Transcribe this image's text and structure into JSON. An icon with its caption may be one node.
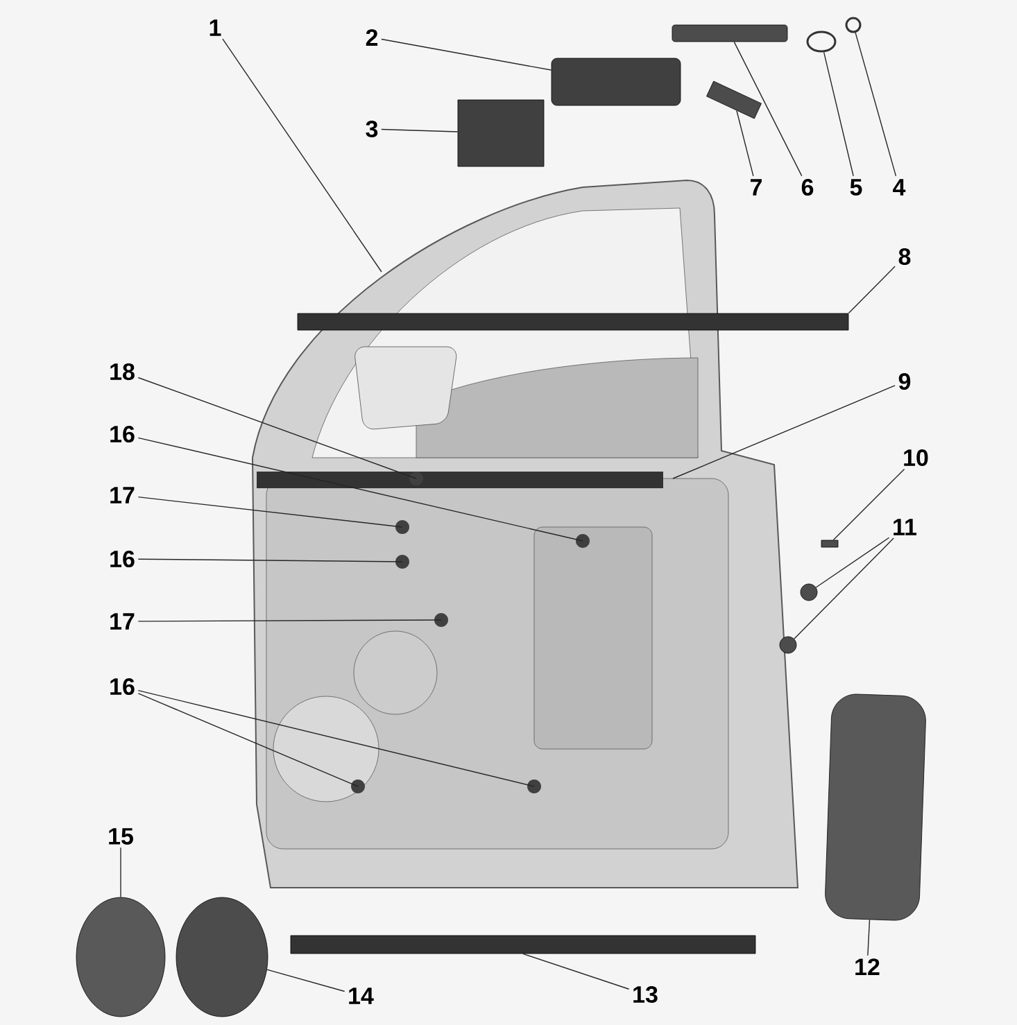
{
  "diagram": {
    "nodes": [
      {
        "text": [
          "1"
        ]
      },
      {
        "text": [
          "2"
        ]
      },
      {
        "text": [
          "3"
        ]
      },
      {
        "text": [
          "4"
        ]
      },
      {
        "text": [
          "5"
        ]
      },
      {
        "text": [
          "6"
        ]
      },
      {
        "text": [
          "7"
        ]
      },
      {
        "text": [
          "8"
        ]
      },
      {
        "text": [
          "9"
        ]
      },
      {
        "text": [
          "10"
        ]
      },
      {
        "text": [
          "11"
        ]
      },
      {
        "text": [
          "12"
        ]
      },
      {
        "text": [
          "13"
        ]
      },
      {
        "text": [
          "14"
        ]
      },
      {
        "text": [
          "15"
        ]
      },
      {
        "text": [
          "18"
        ]
      },
      {
        "text": [
          "16"
        ]
      },
      {
        "text": [
          "17"
        ]
      },
      {
        "text": [
          "16"
        ]
      },
      {
        "text": [
          "17"
        ]
      },
      {
        "text": [
          "16"
        ]
      },
      {
        "text": [],
        "shape": "box"
      },
      {
        "text": [],
        "shape": "box"
      },
      {
        "text": [],
        "shape": "box"
      },
      {
        "text": [],
        "shape": "circle"
      },
      {
        "text": [],
        "shape": "circle"
      },
      {
        "text": [],
        "shape": "box"
      },
      {
        "text": [],
        "shape": "bar"
      },
      {
        "text": [],
        "shape": "box"
      },
      {
        "text": [],
        "shape": "circle"
      },
      {
        "text": [],
        "shape": "circle"
      },
      {
        "text": [],
        "shape": "box"
      },
      {
        "text": [],
        "shape": "bar"
      },
      {
        "text": [],
        "shape": "circle"
      },
      {
        "text": [],
        "shape": "circle"
      }
    ],
    "edges": [
      {
        "from": 0,
        "to": null,
        "arrow": "none"
      },
      {
        "from": 1,
        "to": 21,
        "arrow": "none"
      },
      {
        "from": 2,
        "to": 22,
        "arrow": "none"
      },
      {
        "from": 3,
        "to": 25,
        "arrow": "none"
      },
      {
        "from": 4,
        "to": 24,
        "arrow": "none"
      },
      {
        "from": 5,
        "to": 23,
        "arrow": "none"
      },
      {
        "from": 6,
        "to": 26,
        "arrow": "none"
      },
      {
        "from": 7,
        "to": 27,
        "arrow": "none"
      },
      {
        "from": 8,
        "to": null,
        "arrow": "none"
      },
      {
        "from": 9,
        "to": 28,
        "arrow": "none"
      },
      {
        "from": 10,
        "to": 29,
        "arrow": "none"
      },
      {
        "from": 10,
        "to": 30,
        "arrow": "none"
      },
      {
        "from": 11,
        "to": 31,
        "arrow": "none"
      },
      {
        "from": 12,
        "to": 32,
        "arrow": "none"
      },
      {
        "from": 13,
        "to": 34,
        "arrow": "none"
      },
      {
        "from": 14,
        "to": 33,
        "arrow": "none"
      },
      {
        "from": 15,
        "to": null,
        "arrow": "none"
      },
      {
        "from": 16,
        "to": null,
        "arrow": "none"
      },
      {
        "from": 17,
        "to": null,
        "arrow": "none"
      },
      {
        "from": 18,
        "to": null,
        "arrow": "none"
      },
      {
        "from": 19,
        "to": null,
        "arrow": "none"
      },
      {
        "from": 20,
        "to": null,
        "arrow": "none"
      },
      {
        "from": 20,
        "to": null,
        "arrow": "none"
      }
    ]
  }
}
